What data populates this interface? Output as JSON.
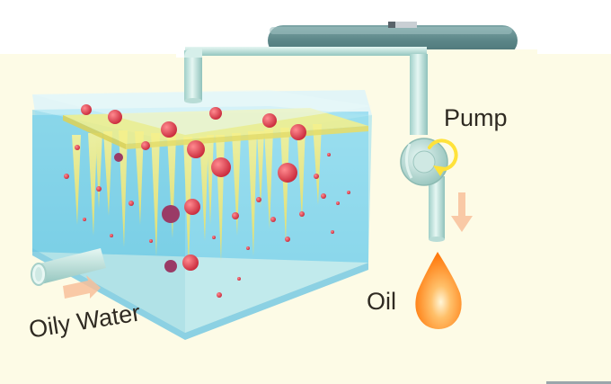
{
  "labels": {
    "pump": "Pump",
    "oil": "Oil",
    "oily_water": "Oily Water"
  },
  "colors": {
    "background": "#fdfbe6",
    "water": "#7fd6f0",
    "tank_glass": "#cdeef6",
    "pipe": "#bfe3de",
    "header_pipe": "#5f8a8c",
    "oil_droplet": "#ff8a1a",
    "oil_particle": "#e0434b",
    "membrane": "#f4f08a",
    "arrow": "#f6b089",
    "rotation_arrow": "#ffe23a"
  },
  "icons": {
    "pump_rotation": "clockwise-arrow-icon",
    "flow_arrow_down": "arrow-down-icon",
    "flow_arrow_in": "arrow-right-icon",
    "oil_drop": "droplet-icon"
  }
}
